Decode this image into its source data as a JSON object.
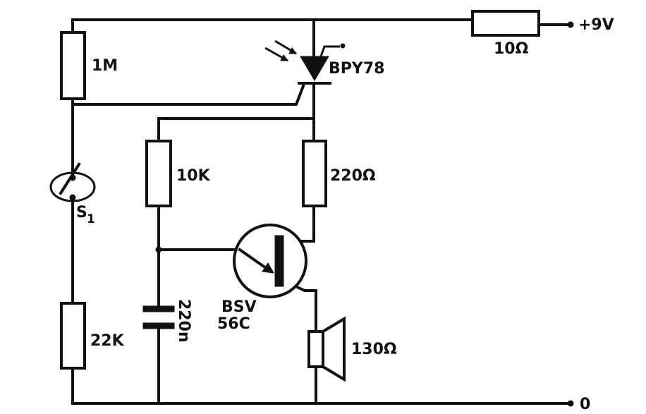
{
  "schematic": {
    "supply_label": "+9V",
    "ground_label": "0",
    "r_supply": "10Ω",
    "r_top": "1M",
    "photo_transistor": "BPY78",
    "r_bias": "10K",
    "r_load": "220Ω",
    "switch": "S",
    "switch_sub": "1",
    "r_bottom": "22K",
    "capacitor": "220n",
    "transistor_type": "BSV",
    "transistor_code": "56C",
    "speaker": "130Ω"
  },
  "colors": {
    "ink": "#111111",
    "paper": "#ffffff"
  }
}
